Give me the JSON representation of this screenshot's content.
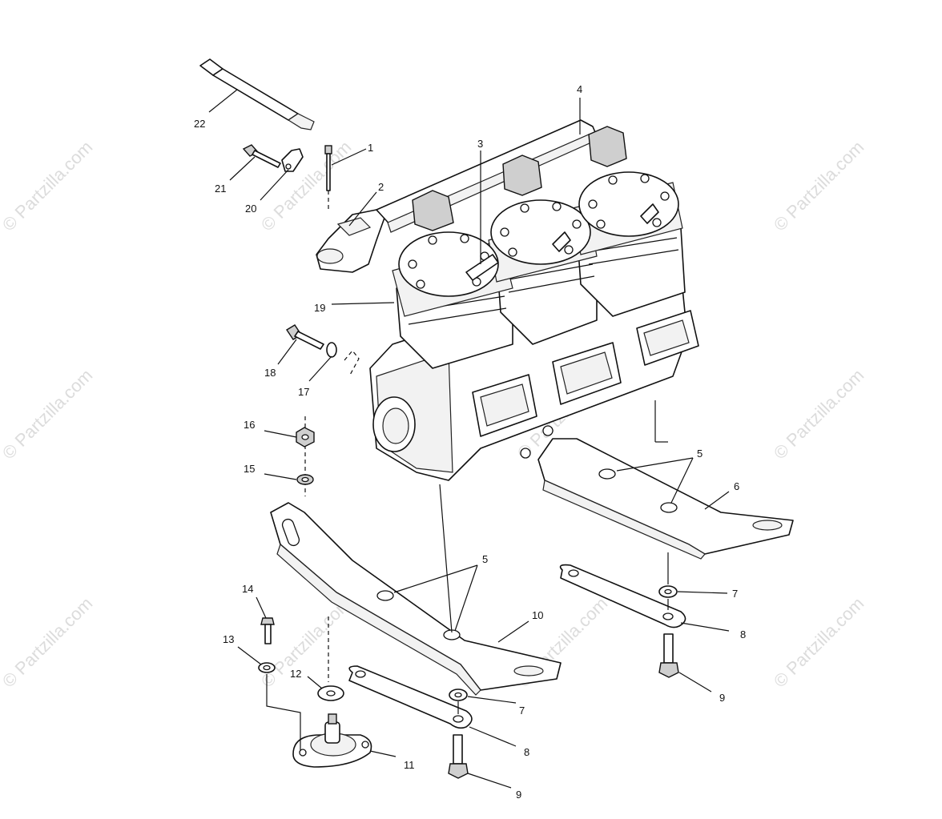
{
  "watermark": {
    "text": "© Partzilla.com",
    "color": "#dcdcdc"
  },
  "callouts": {
    "c1": "1",
    "c2": "2",
    "c3": "3",
    "c4": "4",
    "c5a": "5",
    "c5b": "5",
    "c6": "6",
    "c7a": "7",
    "c7b": "7",
    "c8a": "8",
    "c8b": "8",
    "c9a": "9",
    "c9b": "9",
    "c10": "10",
    "c11": "11",
    "c12": "12",
    "c13": "13",
    "c14": "14",
    "c15": "15",
    "c16": "16",
    "c17": "17",
    "c18": "18",
    "c19": "19",
    "c20": "20",
    "c21": "21",
    "c22": "22"
  },
  "icons": {
    "engine": "engine-block-illustration"
  }
}
